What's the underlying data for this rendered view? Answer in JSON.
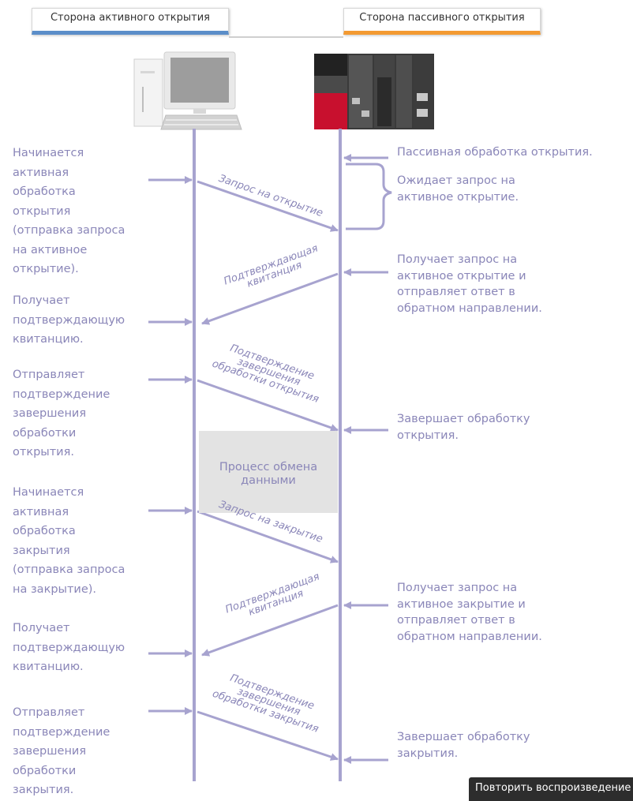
{
  "headers": {
    "active_side": "Сторона активного открытия",
    "passive_side": "Сторона пассивного открытия"
  },
  "left_notes": [
    "Начинается\nактивная\nобработка\nоткрытия\n(отправка запроса\nна активное\nоткрытие).",
    "Получает\nподтверждающую\nквитанцию.",
    "Отправляет\nподтверждение\nзавершения\nобработки\nоткрытия.",
    "Начинается\nактивная\nобработка\nзакрытия\n(отправка запроса\nна закрытие).",
    "Получает\nподтверждающую\nквитанцию.",
    "Отправляет\nподтверждение\nзавершения\nобработки\nзакрытия."
  ],
  "right_notes": [
    "Пассивная обработка открытия.",
    "Ожидает запрос на\nактивное открытие.",
    "Получает запрос на\nактивное открытие и\nотправляет ответ в\nобратном направлении.",
    "Завершает обработку\nоткрытия.",
    "Получает запрос на\nактивное закрытие и\nотправляет ответ в\nобратном направлении.",
    "Завершает обработку\nзакрытия."
  ],
  "messages": [
    "Запрос на открытие",
    "Подтверждающая\nквитанция",
    "Подтверждение\nзавершения\nобработки открытия",
    "Запрос на закрытие",
    "Подтверждающая\nквитанция",
    "Подтверждение\nзавершения\nобработки закрытия"
  ],
  "exchange_label": "Процесс обмена\nданными",
  "replay_button": "Повторить воспроизведение",
  "colors": {
    "arrow": "#a7a3cf",
    "text": "#8a86b8",
    "active_accent": "#5b8ec9",
    "passive_accent": "#f39a32"
  },
  "icons": [
    "desktop-computer-icon",
    "plc-controller-icon"
  ]
}
